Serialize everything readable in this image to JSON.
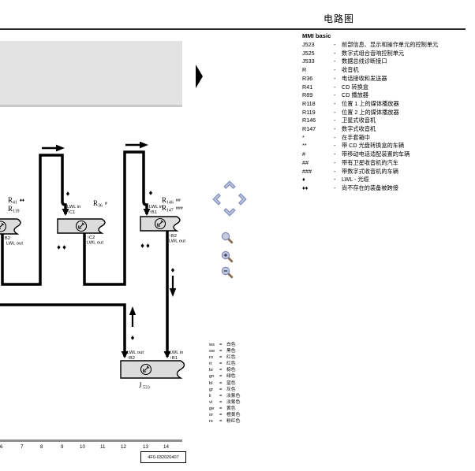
{
  "page": {
    "title": "电路图"
  },
  "legend": {
    "title": "MMI basic",
    "separator": "-",
    "items": [
      {
        "code": "J523",
        "desc": "前部信息、显示和操作单元的控制单元"
      },
      {
        "code": "J525",
        "desc": "数字式组合音响控制单元"
      },
      {
        "code": "J533",
        "desc": "数据总线诊断接口"
      },
      {
        "code": "R",
        "desc": "收音机"
      },
      {
        "code": "R36",
        "desc": "电话接收和发送器"
      },
      {
        "code": "R41",
        "desc": "CD 转换盒"
      },
      {
        "code": "R89",
        "desc": "CD 播放器"
      },
      {
        "code": "R118",
        "desc": "位置 1 上的媒体播放器"
      },
      {
        "code": "R119",
        "desc": "位置 2 上的媒体播放器"
      },
      {
        "code": "R146",
        "desc": "卫星式收音机"
      },
      {
        "code": "R147",
        "desc": "数字式收音机"
      },
      {
        "code": "*",
        "desc": "在手套箱中"
      },
      {
        "code": "**",
        "desc": "带 CD 光盘转换盒的车辆"
      },
      {
        "code": "#",
        "desc": "带移动电话适配装置的车辆"
      },
      {
        "code": "##",
        "desc": "带有卫星收音机的汽车"
      },
      {
        "code": "###",
        "desc": "带数字式收音机的车辆"
      },
      {
        "code": "♦",
        "desc": "LWL - 光缆"
      },
      {
        "code": "♦♦",
        "desc": "尚不存在的装备被跨接"
      }
    ]
  },
  "diagram": {
    "pin_arrow": "↑",
    "components": {
      "r41": {
        "ref": "R",
        "sub": "41",
        "mark": "♦♦",
        "ref2": "R",
        "sub2": "119",
        "pin_out": "B2",
        "dir_out": "LWL out"
      },
      "r36": {
        "ref": "R",
        "sub": "36",
        "mark": "#",
        "dir_in": "LWL in",
        "pin_in": "C1",
        "pin_out": "C2",
        "dir_out": "LWL out"
      },
      "r146": {
        "ref": "R",
        "sub": "146",
        "mark": "##",
        "ref2": "R",
        "sub2": "147",
        "mark2": "###",
        "dir_in": "LWL in",
        "pin_in": "B1",
        "pin_out": "B2",
        "dir_out": "LWL out"
      },
      "j533": {
        "ref": "J",
        "sub": "533",
        "dir_out": "LWL out",
        "pin_out": "B2",
        "dir_in": "LWL in",
        "pin_in": "B1"
      }
    }
  },
  "wire_colors": {
    "separator": "=",
    "items": [
      {
        "code": "ws",
        "name": "白色"
      },
      {
        "code": "sw",
        "name": "黑色"
      },
      {
        "code": "ro",
        "name": "红色"
      },
      {
        "code": "rt",
        "name": "红色"
      },
      {
        "code": "br",
        "name": "棕色"
      },
      {
        "code": "gn",
        "name": "绿色"
      },
      {
        "code": "bl",
        "name": "蓝色"
      },
      {
        "code": "gr",
        "name": "灰色"
      },
      {
        "code": "li",
        "name": "淡紫色"
      },
      {
        "code": "vi",
        "name": "淡紫色"
      },
      {
        "code": "ge",
        "name": "黄色"
      },
      {
        "code": "or",
        "name": "橙黄色"
      },
      {
        "code": "rs",
        "name": "粉红色"
      }
    ]
  },
  "ruler": {
    "numbers": [
      "6",
      "7",
      "8",
      "9",
      "10",
      "11",
      "12",
      "13",
      "14"
    ],
    "part_number": "4F0-032020407"
  },
  "colors": {
    "nav_fill": "#b6bede",
    "nav_stroke": "#7d88ba",
    "magnifier_handle": "#8a6d50",
    "wire": "#000000",
    "component_fill": "#dcdcdc"
  }
}
